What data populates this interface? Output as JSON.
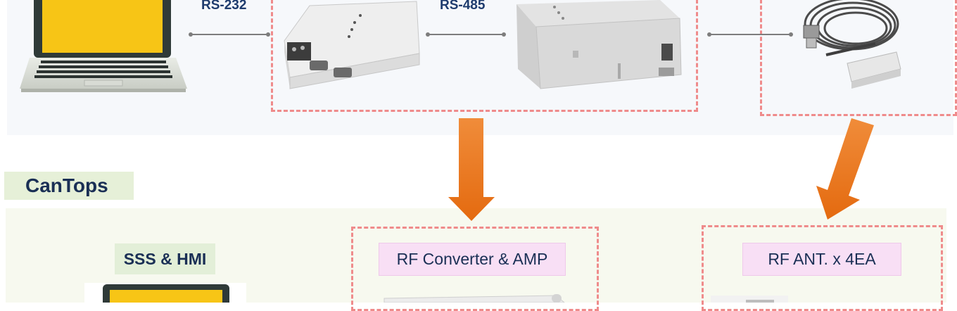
{
  "top": {
    "link_left_label": "RS-232",
    "link_right_label": "RS-485"
  },
  "section": {
    "title": "CanTops"
  },
  "bottom": {
    "sss_label": "SSS & HMI",
    "rf_converter_label": "RF Converter & AMP",
    "rf_ant_label": "RF ANT. x 4EA"
  },
  "colors": {
    "dash": "#ef8b8b",
    "arrow": "#ee7a1c",
    "laptop_screen": "#f7c516",
    "label_text": "#1f3c6e"
  }
}
